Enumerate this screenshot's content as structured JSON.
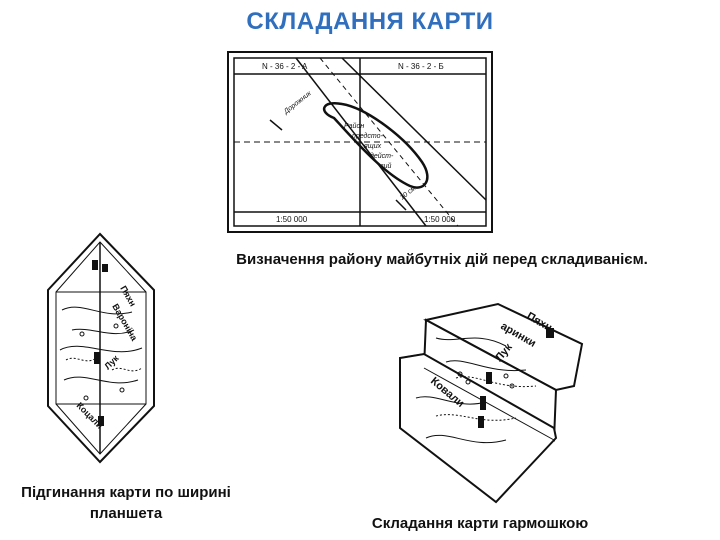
{
  "title": "СКЛАДАННЯ КАРТИ",
  "top_map": {
    "sheet_left": "N - 36 - 2 - A",
    "sheet_right": "N - 36 - 2 - Б",
    "scale_left": "1:50 000",
    "scale_right": "1:50 000",
    "area_label": [
      "Район",
      "предсто-",
      "ящих",
      "дейст-",
      "вий"
    ],
    "fold_label_top": "Дорожник",
    "fold_label_bottom": "10 см"
  },
  "captions": {
    "area_caption": "Визначення району майбутніх дій перед складиванієм.",
    "width_fold": "Підгинання карти по ширині планшета",
    "accordion_fold": "Складання карти гармошкою"
  },
  "left_map": {
    "village_1": "Пяхн",
    "village_2": "Вароніна",
    "village_3": "Лук",
    "village_4": "Коцали"
  },
  "right_map": {
    "village_1": "Пяхн",
    "village_2": "аринки",
    "village_3": "Лук",
    "village_4": "Ковали"
  }
}
